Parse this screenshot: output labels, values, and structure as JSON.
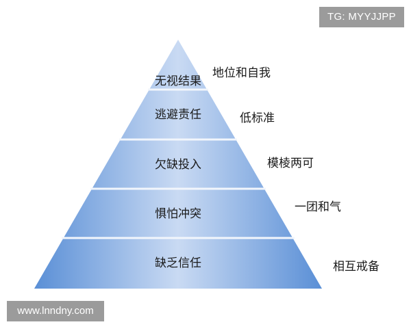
{
  "watermarks": {
    "top_right": "TG: MYYJJPP",
    "bottom_left": "www.lnndny.com"
  },
  "pyramid": {
    "levels": [
      {
        "label": "无视结果",
        "annotation": "地位和自我"
      },
      {
        "label": "逃避责任",
        "annotation": "低标准"
      },
      {
        "label": "欠缺投入",
        "annotation": "模棱两可"
      },
      {
        "label": "惧怕冲突",
        "annotation": "一团和气"
      },
      {
        "label": "缺乏信任",
        "annotation": "相互戒备"
      }
    ]
  },
  "colors": {
    "fill_light": "#c9daf3",
    "fill_dark": "#5a8fd6",
    "separator": "#f2f6fc",
    "watermark_bg": "#9b9b9b"
  }
}
